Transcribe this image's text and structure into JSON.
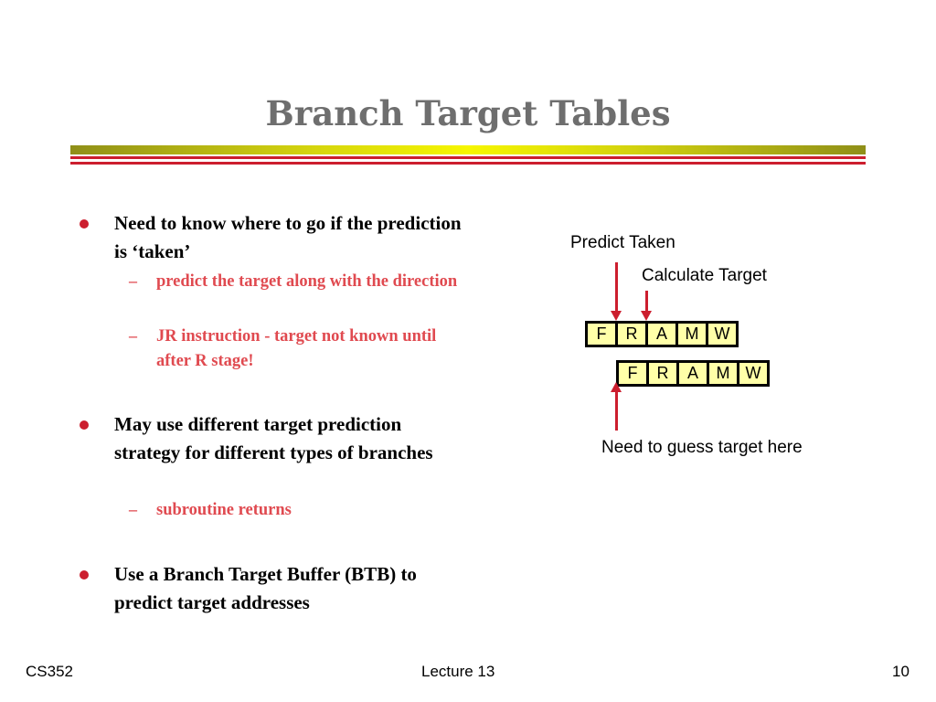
{
  "slide": {
    "title": "Branch Target Tables",
    "colors": {
      "title": "#6e6e6e",
      "accent_red": "#cc1e2e",
      "sub_text": "#e04a50",
      "stage_fill": "#ffffa8"
    }
  },
  "bullets": [
    {
      "text": "Need to know where to go if the prediction is ‘taken’",
      "subs": [
        "predict the target along with the direction",
        "JR instruction - target not known until after R stage!"
      ]
    },
    {
      "text": "May use different target prediction strategy for different types of branches",
      "subs": [
        "subroutine returns"
      ]
    },
    {
      "text": "Use a Branch Target Buffer (BTB) to predict target addresses",
      "subs": []
    }
  ],
  "diagram": {
    "label_predict": "Predict Taken",
    "label_calculate": "Calculate Target",
    "label_guess": "Need to guess target here",
    "pipeline1": [
      "F",
      "R",
      "A",
      "M",
      "W"
    ],
    "pipeline2": [
      "F",
      "R",
      "A",
      "M",
      "W"
    ]
  },
  "footer": {
    "course": "CS352",
    "lecture": "Lecture 13",
    "page": "10"
  }
}
